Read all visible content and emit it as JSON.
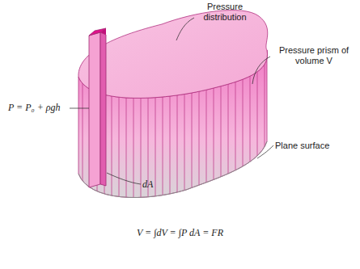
{
  "diagram": {
    "labels": [
      "Pressure distribution",
      "Pressure prism of volume V",
      "P = P₀ + ρgh",
      "Plane surface",
      "dA",
      "V = ∫dV = ∫P dA = FR"
    ]
  }
}
